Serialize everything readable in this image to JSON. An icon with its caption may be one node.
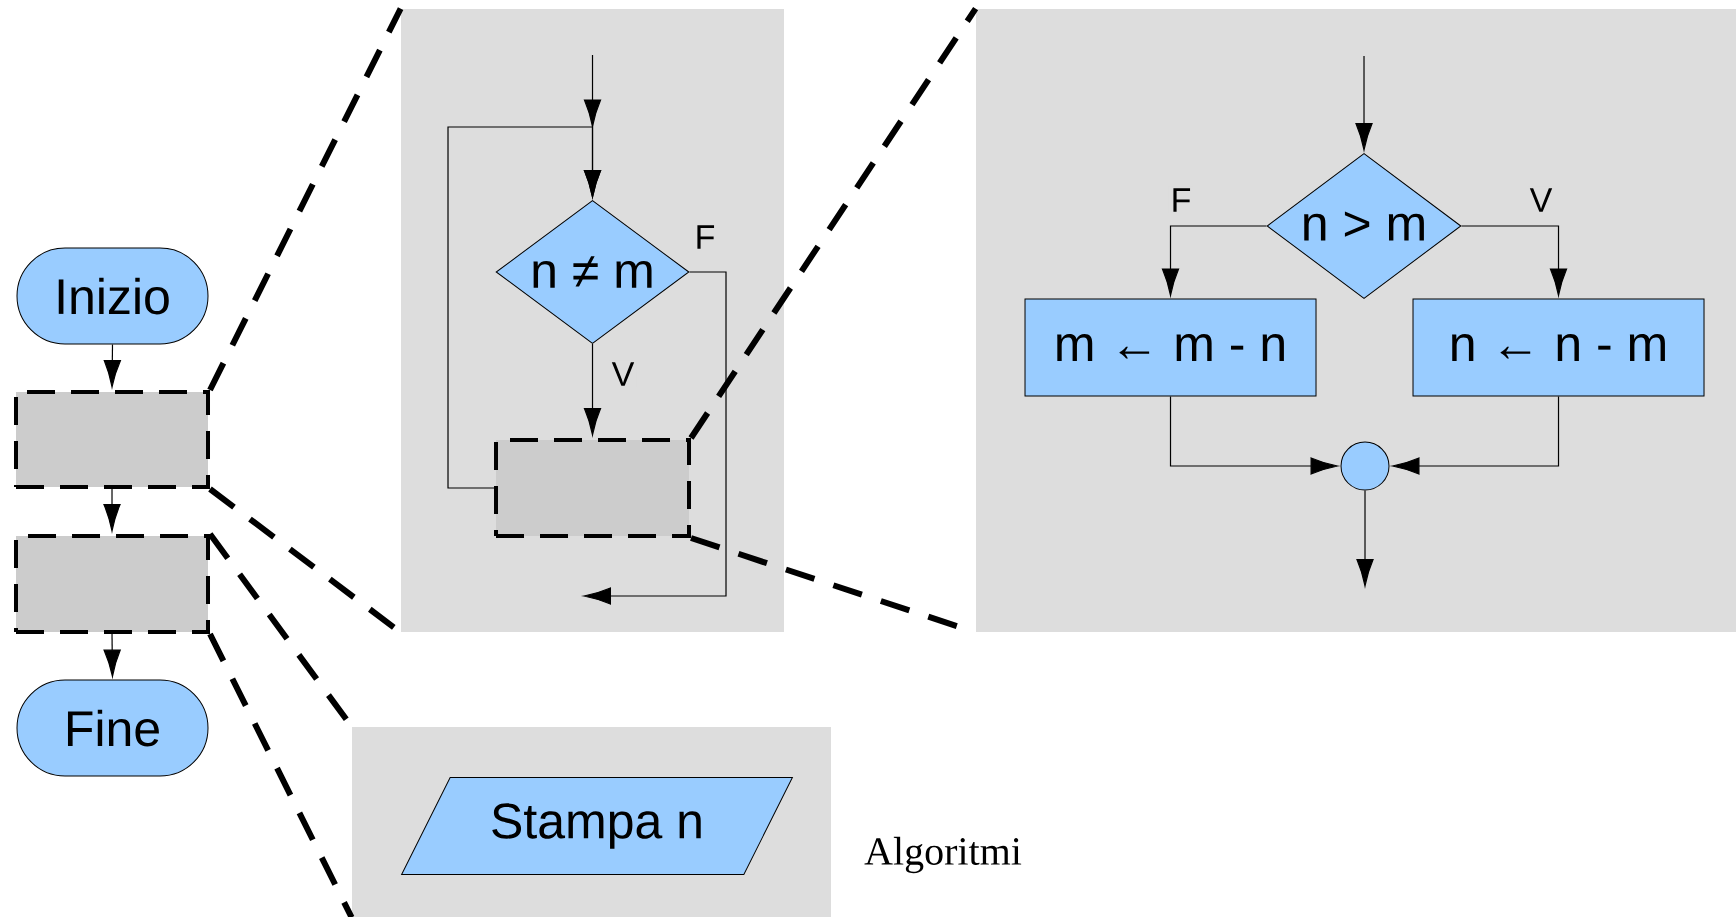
{
  "diagram": {
    "nodes": [
      {
        "text": [
          "Inizio"
        ]
      },
      {
        "text": [],
        "shape": "box"
      },
      {
        "text": [],
        "shape": "box"
      },
      {
        "text": [
          "Fine"
        ]
      },
      {
        "text": [],
        "shape": "box"
      },
      {
        "text": [
          "n ≠ m"
        ],
        "in": 4
      },
      {
        "text": [],
        "shape": "box",
        "in": 4
      },
      {
        "text": [],
        "shape": "box"
      },
      {
        "text": [
          "n > m"
        ],
        "in": 7
      },
      {
        "text": [
          "m ← m - n"
        ],
        "in": 7
      },
      {
        "text": [
          "n ← n - m"
        ],
        "in": 7
      },
      {
        "text": [],
        "shape": "circle",
        "in": 7
      },
      {
        "text": [],
        "shape": "box"
      },
      {
        "text": [
          "Stampa n"
        ],
        "in": 12
      }
    ],
    "edges": [
      {
        "from": 0,
        "to": 1,
        "arrow": "to"
      },
      {
        "from": 1,
        "to": 2,
        "arrow": "to"
      },
      {
        "from": 2,
        "to": 3,
        "arrow": "to"
      },
      {
        "from": null,
        "to": 5,
        "arrow": "to"
      },
      {
        "from": 6,
        "to": 5,
        "arrow": "to"
      },
      {
        "from": 5,
        "to": 6,
        "arrow": "to",
        "label": "V"
      },
      {
        "from": 5,
        "to": null,
        "arrow": "to",
        "label": "F"
      },
      {
        "from": null,
        "to": 8,
        "arrow": "to"
      },
      {
        "from": 8,
        "to": 9,
        "arrow": "to",
        "label": "F"
      },
      {
        "from": 8,
        "to": 10,
        "arrow": "to",
        "label": "V"
      },
      {
        "from": 9,
        "to": 11,
        "arrow": "to"
      },
      {
        "from": 10,
        "to": 11,
        "arrow": "to"
      },
      {
        "from": 11,
        "to": null,
        "arrow": "to"
      },
      {
        "from": 1,
        "to": 4,
        "arrow": "none",
        "style": "dashed"
      },
      {
        "from": 1,
        "to": 4,
        "arrow": "none",
        "style": "dashed"
      },
      {
        "from": 6,
        "to": 7,
        "arrow": "none",
        "style": "dashed"
      },
      {
        "from": 6,
        "to": 7,
        "arrow": "none",
        "style": "dashed"
      },
      {
        "from": 2,
        "to": 12,
        "arrow": "none",
        "style": "dashed"
      },
      {
        "from": 2,
        "to": 12,
        "arrow": "none",
        "style": "dashed"
      }
    ],
    "labels": [
      "Algoritmi"
    ]
  }
}
